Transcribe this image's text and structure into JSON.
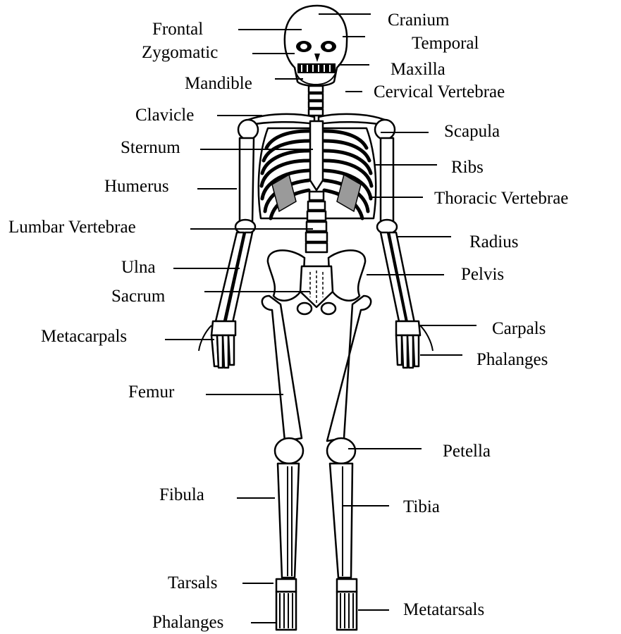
{
  "labels": {
    "frontal": "Frontal",
    "cranium": "Cranium",
    "temporal": "Temporal",
    "zygomatic": "Zygomatic",
    "maxilla": "Maxilla",
    "mandible": "Mandible",
    "cervical_vertebrae": "Cervical Vertebrae",
    "clavicle": "Clavicle",
    "scapula": "Scapula",
    "sternum": "Sternum",
    "ribs": "Ribs",
    "humerus": "Humerus",
    "thoracic_vertebrae": "Thoracic Vertebrae",
    "lumbar_vertebrae": "Lumbar Vertebrae",
    "radius": "Radius",
    "ulna": "Ulna",
    "pelvis": "Pelvis",
    "sacrum": "Sacrum",
    "metacarpals": "Metacarpals",
    "carpals": "Carpals",
    "phalanges_hand": "Phalanges",
    "femur": "Femur",
    "petella": "Petella",
    "fibula": "Fibula",
    "tibia": "Tibia",
    "tarsals": "Tarsals",
    "phalanges_foot": "Phalanges",
    "metatarsals": "Metatarsals"
  }
}
